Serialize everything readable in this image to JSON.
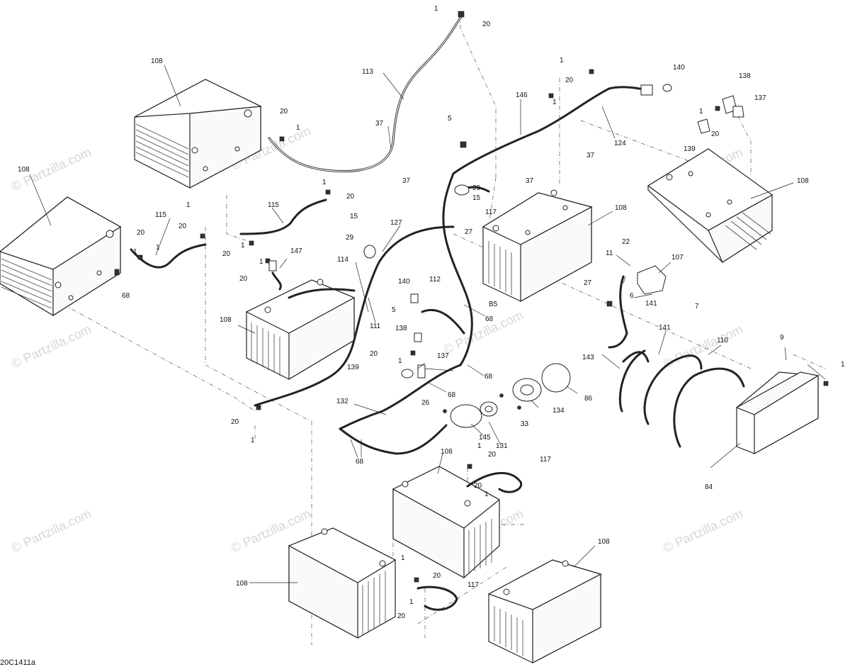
{
  "diagram_code": "20C1411a",
  "watermark": "© Partzilla.com",
  "callouts": {
    "c108": "108",
    "c113": "113",
    "c20": "20",
    "c1": "1",
    "c37": "37",
    "c146": "146",
    "c124": "124",
    "c140": "140",
    "c138": "138",
    "c137": "137",
    "c139": "139",
    "c5": "5",
    "c29": "29",
    "c15": "15",
    "c117": "117",
    "c27": "27",
    "c115": "115",
    "c147": "147",
    "c68": "68",
    "c127": "127",
    "c114": "114",
    "c111": "111",
    "c112": "112",
    "c85": "B5",
    "c22": "22",
    "c11": "11",
    "c107": "107",
    "c6": "6",
    "c7": "7",
    "c141": "141",
    "c143": "143",
    "c110": "110",
    "c9": "9",
    "c84": "84",
    "c86": "86",
    "c134": "134",
    "c33": "33",
    "c26": "26",
    "c145": "145",
    "c131": "131",
    "c132": "132"
  }
}
